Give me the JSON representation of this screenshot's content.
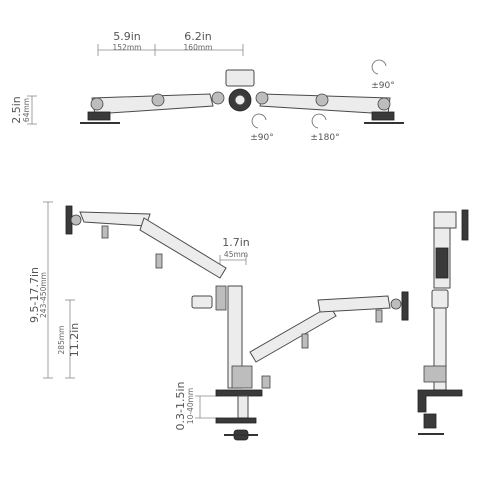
{
  "top_view": {
    "left_span": {
      "inch": "5.9in",
      "mm": "152mm"
    },
    "right_span": {
      "inch": "6.2in",
      "mm": "160mm"
    },
    "height": {
      "inch": "2.5in",
      "mm": "64mm"
    },
    "rotations": {
      "left": "±90°",
      "middle": "±180°",
      "right": "±90°"
    }
  },
  "front_view": {
    "joint_width": {
      "inch": "1.7in",
      "mm": "45mm"
    },
    "height_range": {
      "inch": "9.5-17.7in",
      "mm": "243-450mm"
    },
    "arm_height": {
      "inch": "11.2in",
      "mm": "285mm"
    },
    "clamp_range": {
      "inch": "0.3-1.5in",
      "mm": "10-40mm"
    }
  }
}
